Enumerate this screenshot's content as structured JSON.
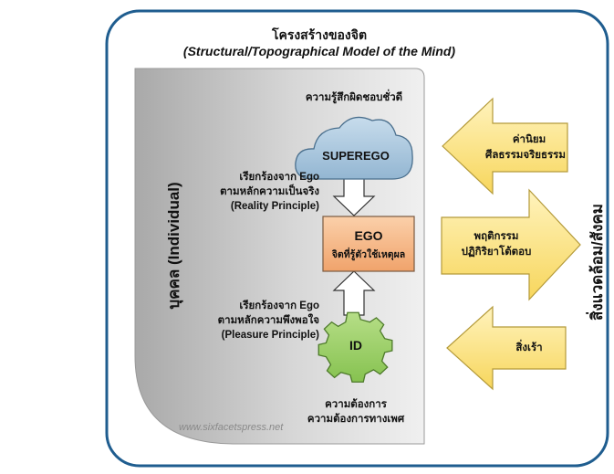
{
  "title": "โครงสร้างของจิต",
  "subtitle": "(Structural/Topographical Model of the Mind)",
  "superego": {
    "label": "SUPEREGO",
    "caption": "ความรู้สึกผิดชอบชั่วดี"
  },
  "ego": {
    "label": "EGO",
    "caption": "จิตที่รู้ตัวใช้เหตุผล"
  },
  "id": {
    "label": "ID",
    "caption_line1": "ความต้องการ",
    "caption_line2": "ความต้องการทางเพศ"
  },
  "reality_call": {
    "line1": "เรียกร้องจาก Ego",
    "line2": "ตามหลักความเป็นจริง",
    "line3": "(Reality Principle)"
  },
  "pleasure_call": {
    "line1": "เรียกร้องจาก Ego",
    "line2": "ตามหลักความพึงพอใจ",
    "line3": "(Pleasure Principle)"
  },
  "arrow_values": {
    "line1": "ค่านิยม",
    "line2": "ศีลธรรมจริยธรรม"
  },
  "arrow_behavior": {
    "line1": "พฤติกรรม",
    "line2": "ปฏิกิริยาโต้ตอบ"
  },
  "arrow_stimulus": {
    "line1": "สิ่งเร้า"
  },
  "individual_label": "บุคคล (Individual)",
  "environment_label": "สิ่งแวดล้อม/สังคม",
  "watermark": "www.sixfacetspress.net",
  "colors": {
    "frame": "#1f5d8f",
    "cloud": "#a9c6dc",
    "ego": "#f4b483",
    "id_gear": "#9fd06a",
    "arrow": "#fbe48a"
  }
}
